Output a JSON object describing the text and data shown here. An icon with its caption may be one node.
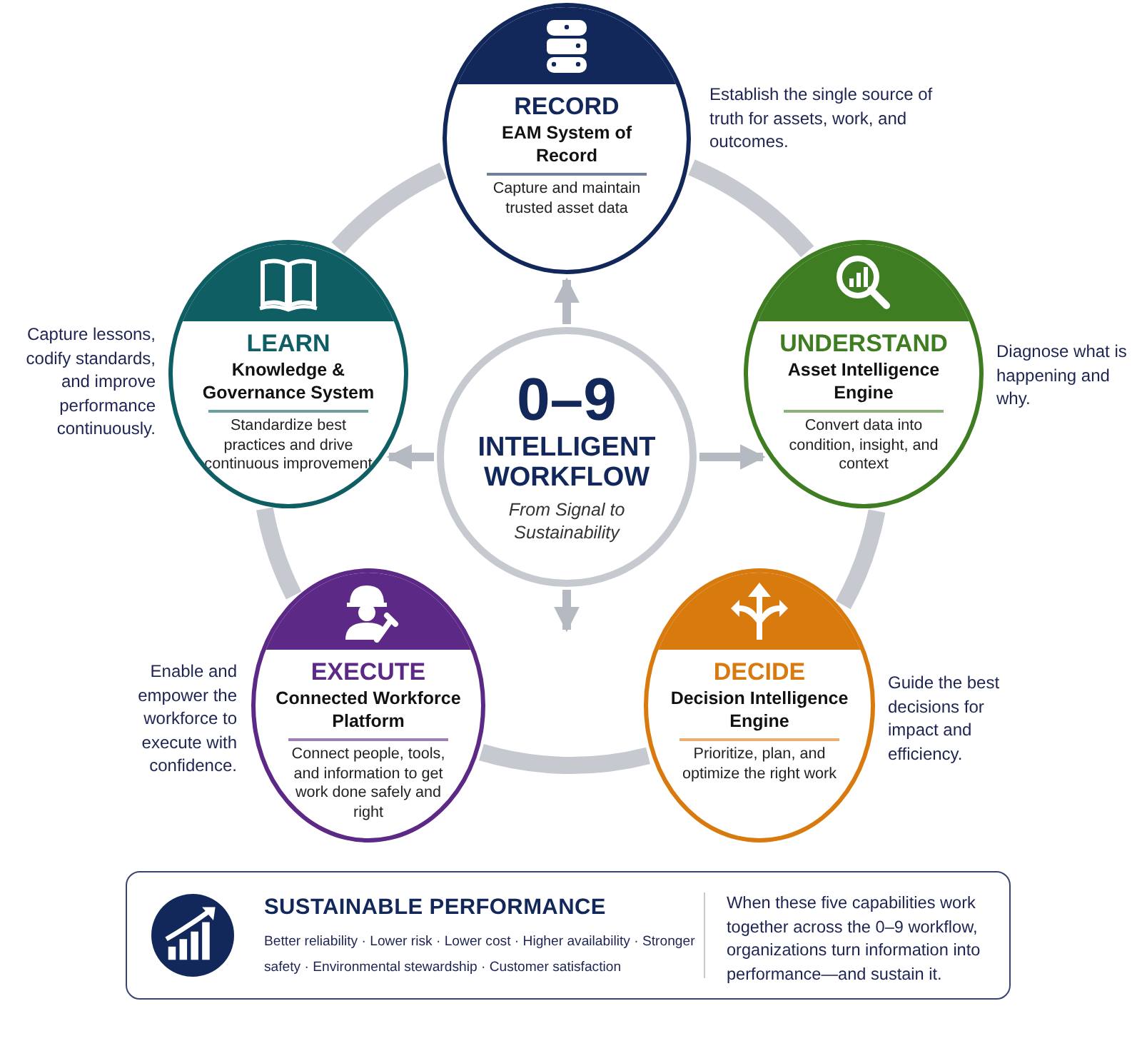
{
  "diagram": {
    "nodes": [
      {
        "text": [
          "0–9",
          "INTELLIGENT WORKFLOW",
          "From Signal to Sustainability"
        ]
      },
      {
        "text": [
          "RECORD",
          "EAM System of Record",
          "Capture and maintain trusted asset data"
        ],
        "beside": [
          "Establish the single source of truth for assets, work, and outcomes."
        ]
      },
      {
        "text": [
          "UNDERSTAND",
          "Asset Intelligence Engine",
          "Convert data into condition, insight, and context"
        ],
        "beside": [
          "Diagnose what is happening and why."
        ]
      },
      {
        "text": [
          "DECIDE",
          "Decision Intelligence Engine",
          "Prioritize, plan, and optimize the right work"
        ],
        "beside": [
          "Guide the best decisions for impact and efficiency."
        ]
      },
      {
        "text": [
          "EXECUTE",
          "Connected Workforce Platform",
          "Connect people, tools, and information to get work done safely and right"
        ],
        "beside": [
          "Enable and empower the workforce to execute with confidence."
        ]
      },
      {
        "text": [
          "LEARN",
          "Knowledge & Governance System",
          "Standardize best practices and drive continuous improvement"
        ],
        "beside": [
          "Capture lessons, codify standards, and improve performance continuously."
        ]
      },
      {
        "text": [
          "SUSTAINABLE PERFORMANCE",
          "Better reliability · Lower risk · Lower cost · Higher availability · Stronger safety · Environmental stewardship · Customer satisfaction",
          "When these five capabilities work together across the 0–9 workflow, organizations turn information into performance—and sustain it."
        ]
      }
    ],
    "edges": [
      {
        "from": 1,
        "to": 2,
        "arrow": "none"
      },
      {
        "from": 2,
        "to": 3,
        "arrow": "none"
      },
      {
        "from": 3,
        "to": 4,
        "arrow": "none"
      },
      {
        "from": 4,
        "to": 5,
        "arrow": "none"
      },
      {
        "from": 5,
        "to": 1,
        "arrow": "none"
      },
      {
        "from": 0,
        "to": 1,
        "arrow": "to"
      },
      {
        "from": 0,
        "to": 2,
        "arrow": "to"
      },
      {
        "from": 0,
        "to": 5,
        "arrow": "to"
      },
      {
        "from": 0,
        "to": null,
        "arrow": "to"
      }
    ]
  }
}
